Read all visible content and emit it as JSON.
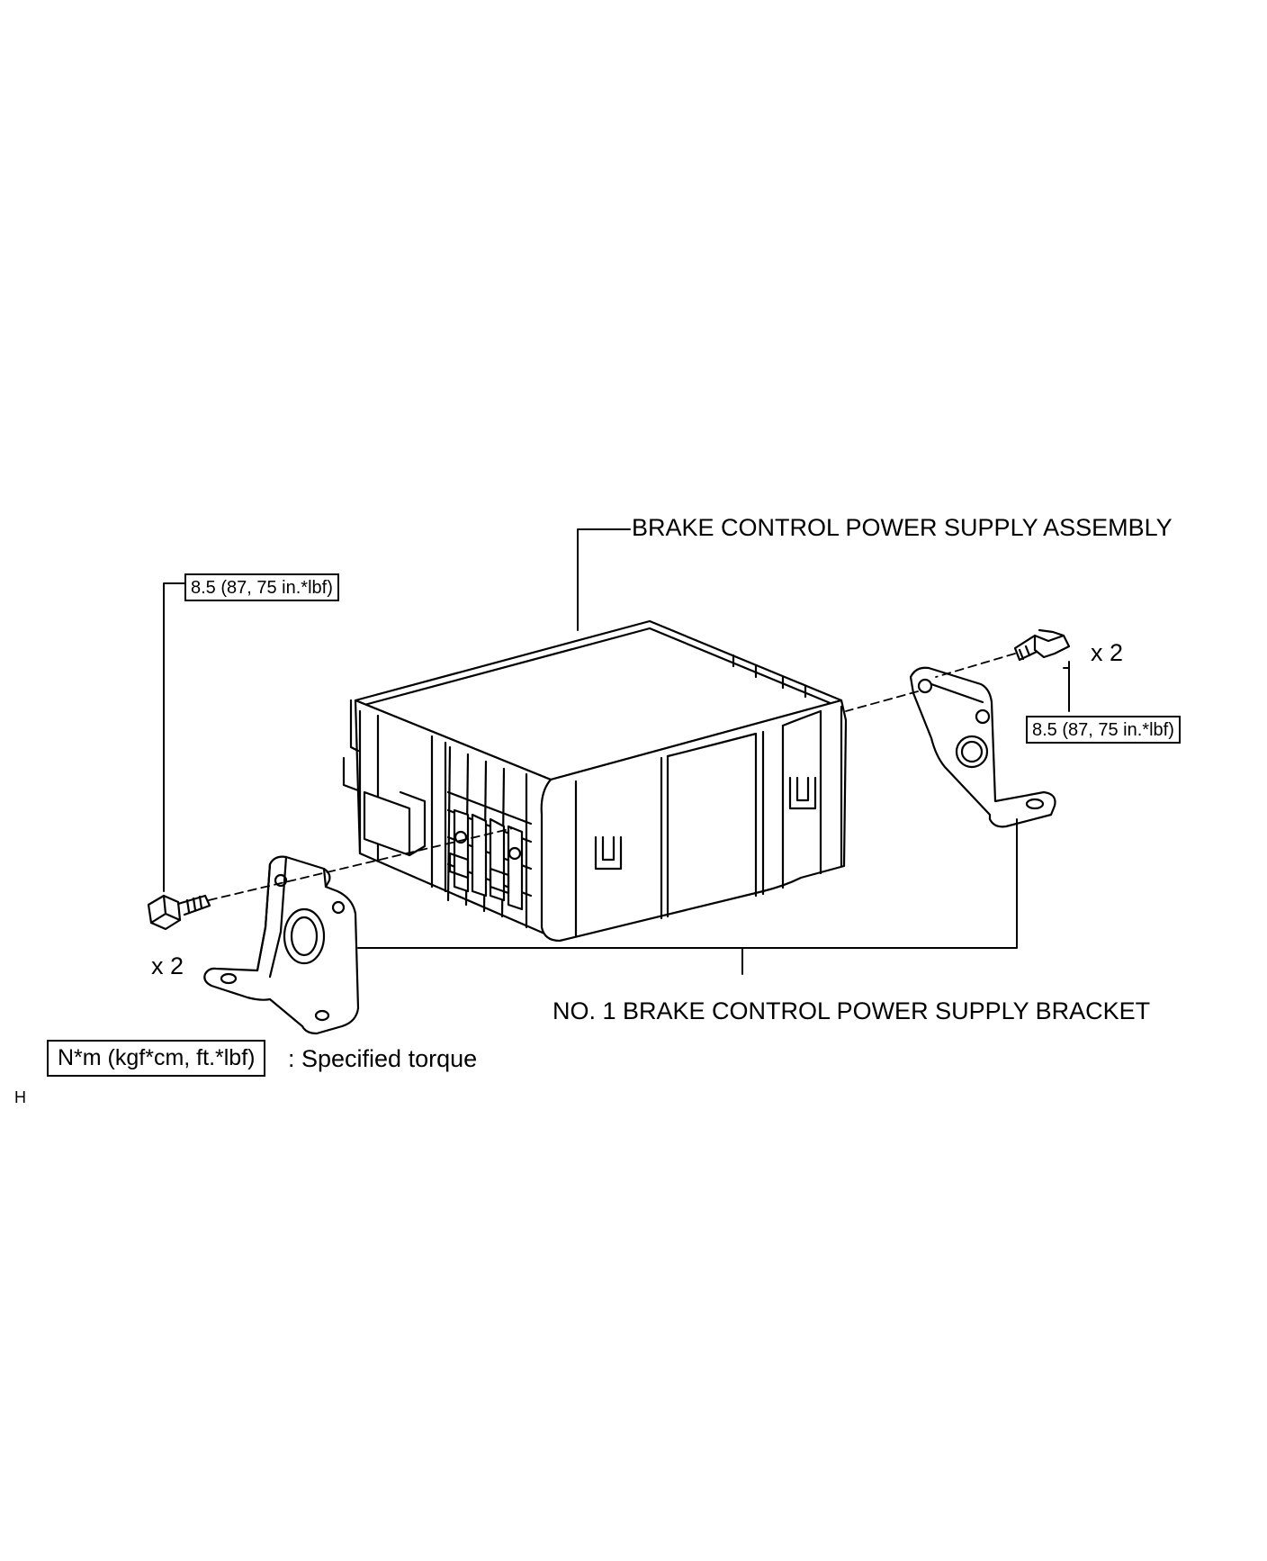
{
  "labels": {
    "assembly": "BRAKE CONTROL POWER SUPPLY ASSEMBLY",
    "bracket": "NO. 1 BRAKE CONTROL POWER SUPPLY BRACKET",
    "qty_left": "x 2",
    "qty_right": "x 2",
    "torque_left": "8.5 (87, 75 in.*lbf)",
    "torque_right": "8.5 (87, 75 in.*lbf)",
    "legend_unit": "N*m (kgf*cm, ft.*lbf)",
    "legend_text": ": Specified torque",
    "corner_mark": "H"
  },
  "icons": [
    "bolt-icon",
    "bracket-icon",
    "ecu-box-icon"
  ],
  "colors": {
    "line": "#000000",
    "background": "#ffffff"
  }
}
